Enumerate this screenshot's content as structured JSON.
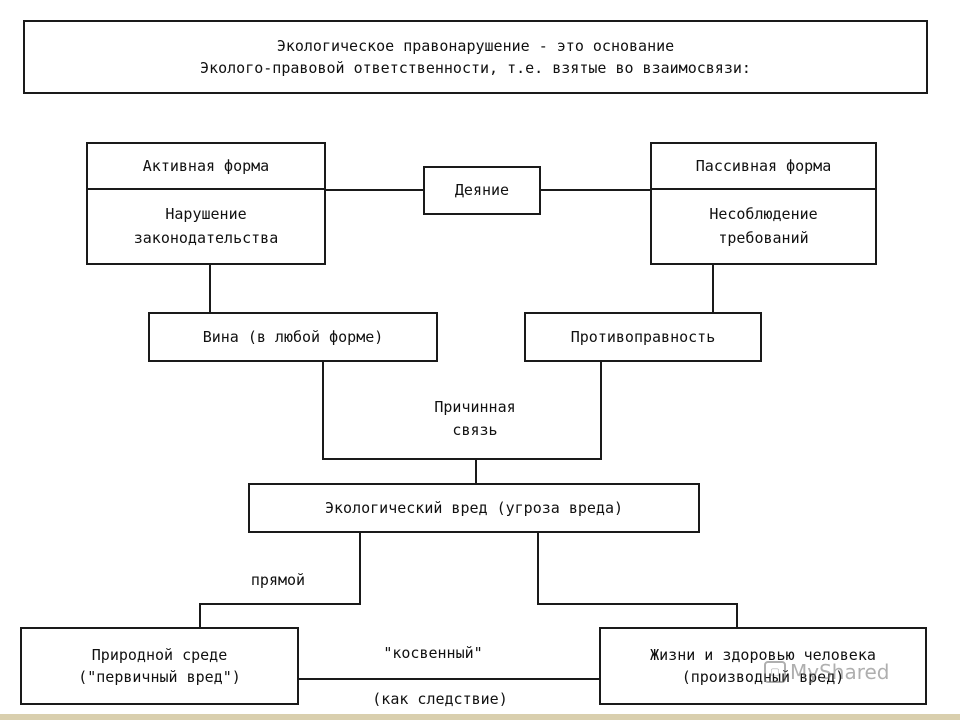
{
  "header": {
    "line1": "Экологическое правонарушение - это основание",
    "line2": "Эколого-правовой ответственности, т.е. взятые во взаимосвязи:"
  },
  "active": {
    "title": "Активная форма",
    "body": "Нарушение\nзаконодательства"
  },
  "passive": {
    "title": "Пассивная форма",
    "body": "Несоблюдение\nтребований"
  },
  "deed": "Деяние",
  "guilt": "Вина (в любой форме)",
  "unlawfulness": "Противоправность",
  "causal_link": "Причинная\nсвязь",
  "eco_harm": "Экологический вред (угроза вреда)",
  "direct_label": "прямой",
  "indirect_label": "\"косвенный\"",
  "consequence_label": "(как следствие)",
  "nature": "Природной среде\n(\"первичный вред\")",
  "life_health": "Жизни и здоровью человека\n(производный вред)",
  "watermark": {
    "icon": "myshared-logo-icon",
    "text": "MyShared"
  },
  "colors": {
    "line": "#1a1a1a",
    "bottom_bar": "#d9cfae"
  }
}
